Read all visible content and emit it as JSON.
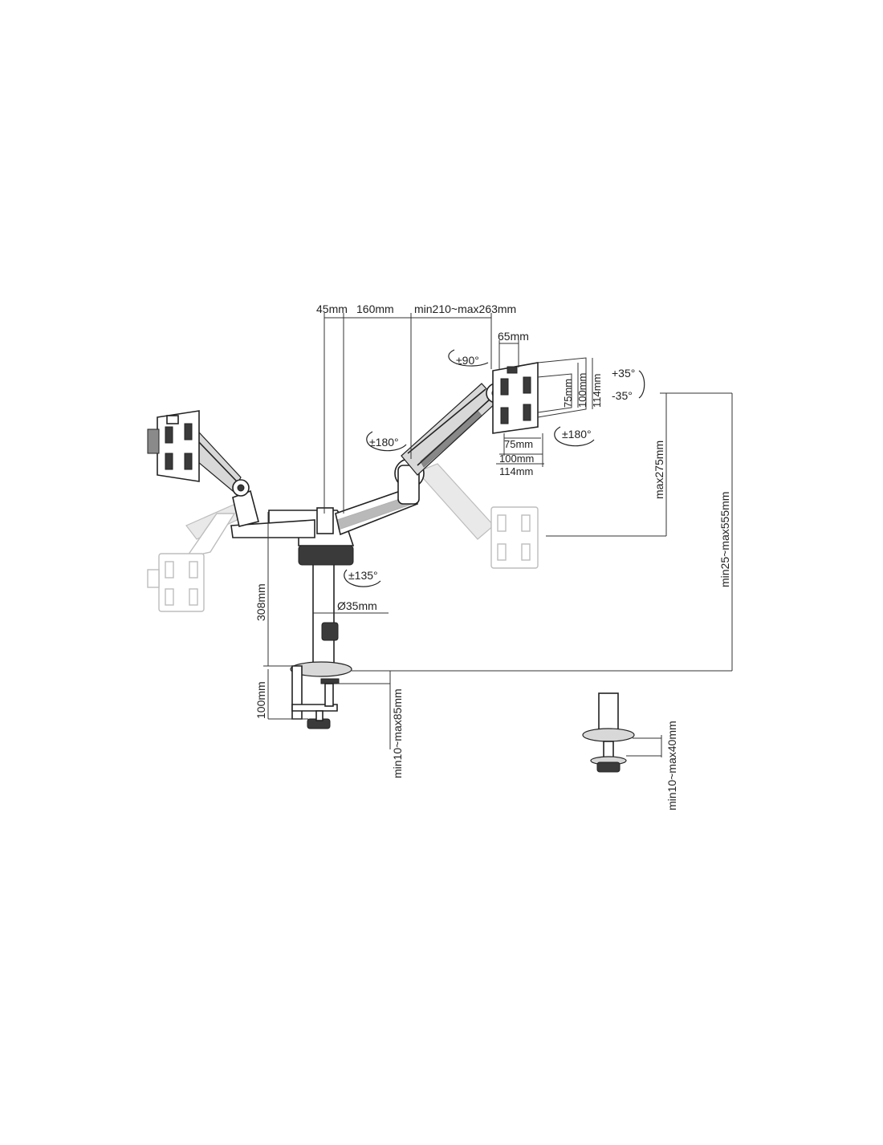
{
  "dimensions": {
    "d45": "45mm",
    "d160": "160mm",
    "arm_span": "min210~max263mm",
    "d65": "65mm",
    "rot90": "±90°",
    "tilt_up": "+35°",
    "tilt_down": "-35°",
    "rot180_left": "±180°",
    "rot180_right": "±180°",
    "vesa_v75": "75mm",
    "vesa_v100": "100mm",
    "vesa_v114": "114mm",
    "vesa_h75": "75mm",
    "vesa_h100": "100mm",
    "vesa_h114": "114mm",
    "height_max275": "max275mm",
    "height_range": "min25~max555mm",
    "rot135": "±135°",
    "pole_diameter": "Ø35mm",
    "pole_height": "308mm",
    "clamp_height": "100mm",
    "clamp_thickness": "min10~max85mm",
    "grommet_thickness": "min10~max40mm"
  }
}
